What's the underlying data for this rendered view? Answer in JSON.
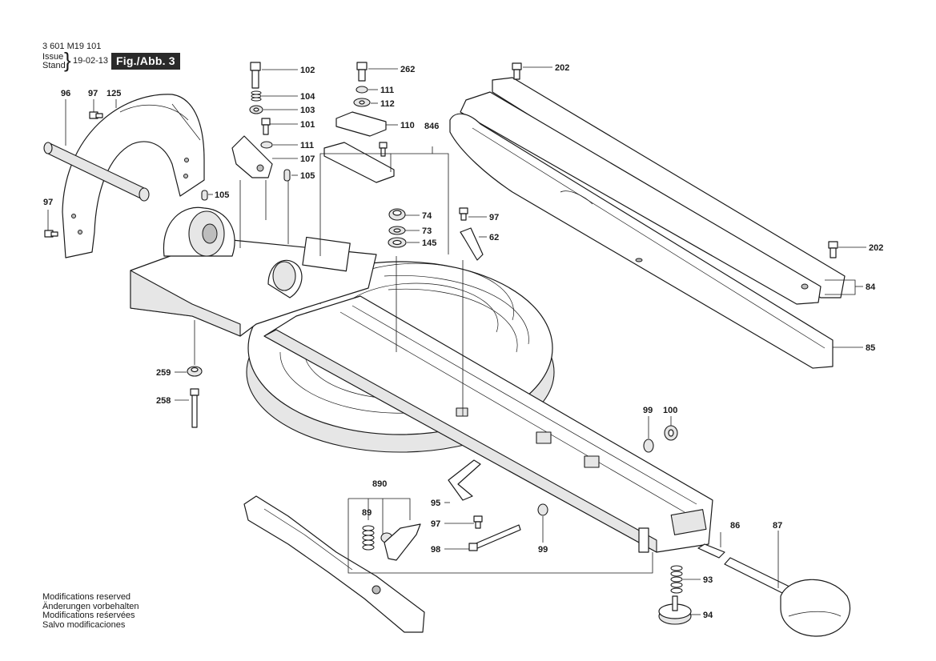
{
  "header": {
    "doc_number": "3 601 M19 101",
    "issue_label": "Issue",
    "stand_label": "Stand",
    "date": "19-02-13",
    "figure_label": "Fig./Abb. 3"
  },
  "footer": {
    "notes": [
      "Modifications reserved",
      "Änderungen vorbehalten",
      "Modifications reśervées",
      "Salvo modificaciones"
    ]
  },
  "callouts": {
    "c96": "96",
    "c97a": "97",
    "c125": "125",
    "c97b": "97",
    "c102": "102",
    "c104": "104",
    "c103": "103",
    "c101": "101",
    "c111a": "111",
    "c107": "107",
    "c105a": "105",
    "c105b": "105",
    "c262": "262",
    "c111b": "111",
    "c112": "112",
    "c110": "110",
    "c846": "846",
    "c74": "74",
    "c73": "73",
    "c145": "145",
    "c97c": "97",
    "c62": "62",
    "c202a": "202",
    "c202b": "202",
    "c84": "84",
    "c85": "85",
    "c259": "259",
    "c258": "258",
    "c99a": "99",
    "c100": "100",
    "c890": "890",
    "c89": "89",
    "c95": "95",
    "c97d": "97",
    "c98": "98",
    "c99b": "99",
    "c86": "86",
    "c87": "87",
    "c93": "93",
    "c94": "94"
  }
}
